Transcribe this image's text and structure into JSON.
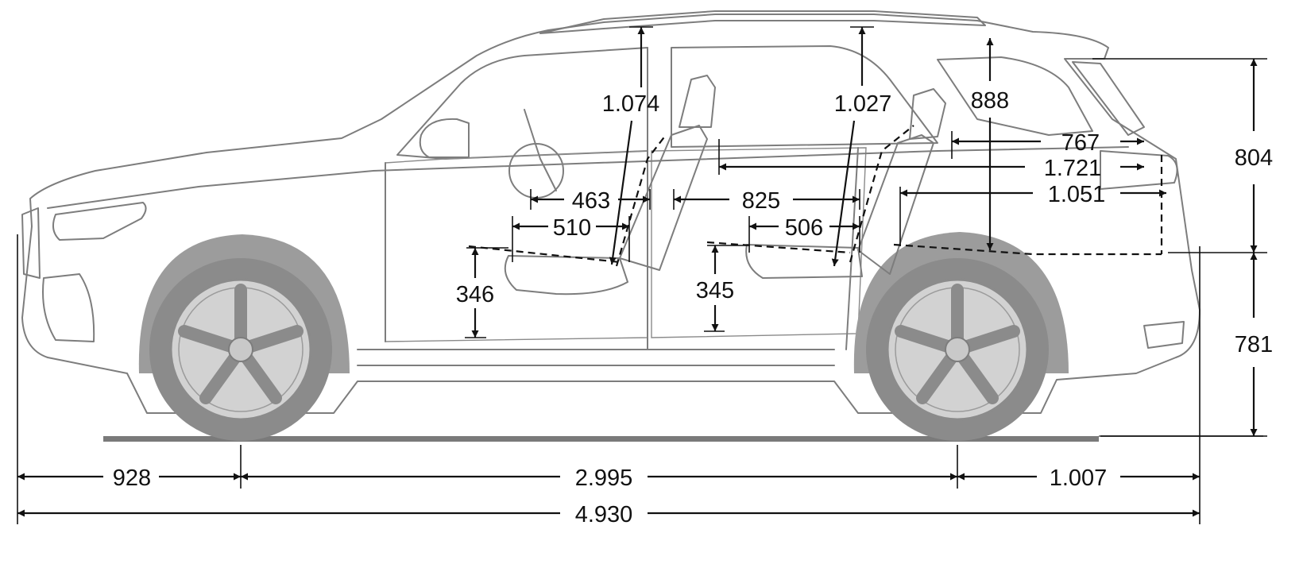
{
  "dimensions": {
    "front_overhang": "928",
    "wheelbase": "2.995",
    "rear_overhang": "1.007",
    "overall_length": "4.930",
    "upper_height": "804",
    "lower_height": "781",
    "headroom_front": "1.074",
    "headroom_rear": "1.027",
    "cargo_height": "888",
    "cargo_length_upper": "767",
    "cargo_length_max": "1.721",
    "cargo_length_floor": "1.051",
    "front_seat_depth": "463",
    "front_cushion_depth": "510",
    "rear_legroom": "825",
    "rear_cushion_depth": "506",
    "front_seat_height": "346",
    "rear_seat_height": "345"
  },
  "colors": {
    "vehicle_fill": "#d5d5d5",
    "tire": "#8b8b8b",
    "outline": "#7d7d7d",
    "dimension": "#111111",
    "ground": "#7a7a7a"
  }
}
